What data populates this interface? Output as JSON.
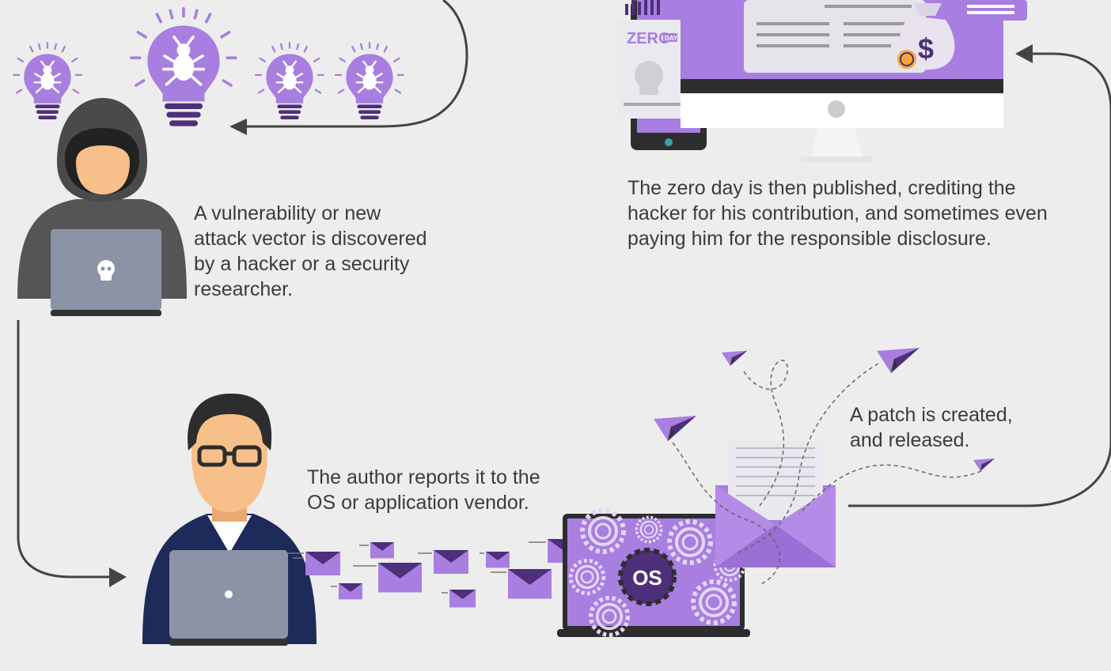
{
  "steps": {
    "discover": {
      "lines": [
        "A vulnerability or new",
        "attack vector is discovered",
        "by a hacker or a security",
        "researcher."
      ]
    },
    "published": {
      "lines": [
        "The zero day is then published, crediting the",
        "hacker for his contribution, and sometimes even",
        "paying him for the responsible disclosure."
      ]
    },
    "patch": {
      "lines": [
        "A patch is created,",
        "and released."
      ]
    },
    "report": {
      "lines": [
        "The author reports it to the",
        "OS or application vendor."
      ]
    }
  },
  "badges": {
    "zero_day_word": "ZERO",
    "zero_day_tag": "DAY",
    "dollar": "$",
    "os": "OS"
  },
  "colors": {
    "background": "#ededed",
    "purple": "#a87ee0",
    "purple_dark": "#4d2f7a",
    "purple_light": "#c4a5ee",
    "navy": "#1e2a5a",
    "skin": "#f7c08a",
    "gray_laptop": "#8c93a6",
    "hood": "#555555",
    "arrow": "#444444",
    "text": "#3b3b3b",
    "bag": "#e8e3ee"
  }
}
